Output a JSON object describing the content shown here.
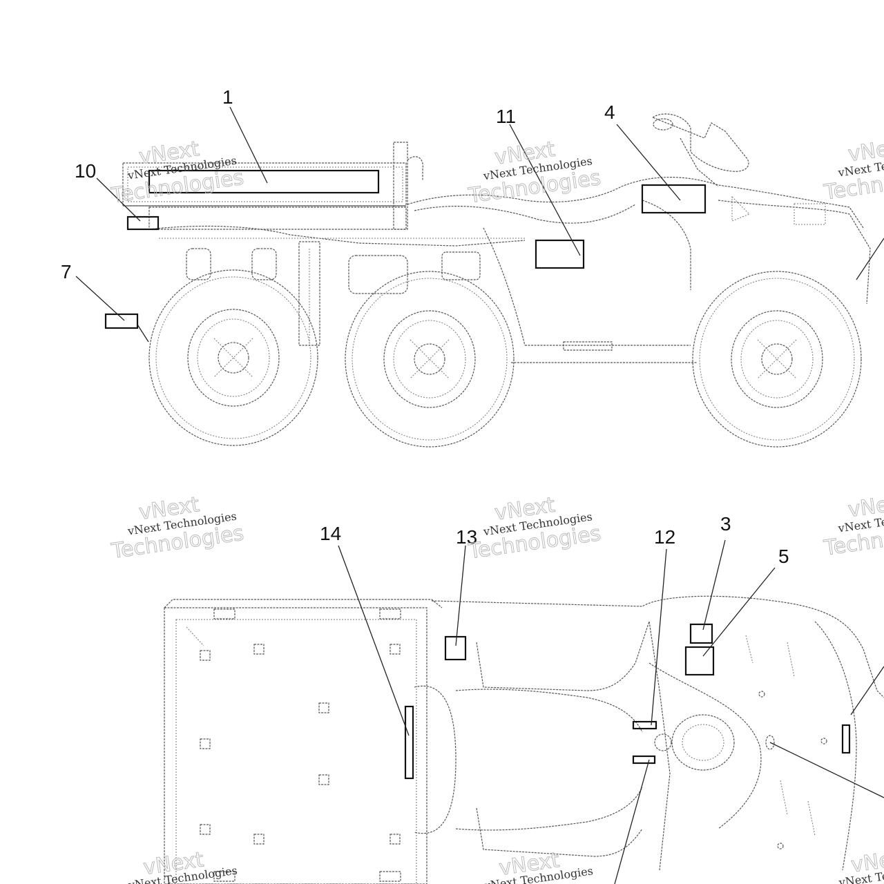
{
  "callouts": {
    "c1": "1",
    "c3": "3",
    "c4": "4",
    "c5": "5",
    "c7": "7",
    "c10": "10",
    "c11": "11",
    "c12": "12",
    "c13": "13",
    "c14": "14"
  },
  "watermark": {
    "line1": "vNext Technologies",
    "brand_a": "vNext",
    "brand_b": "Technologies"
  }
}
